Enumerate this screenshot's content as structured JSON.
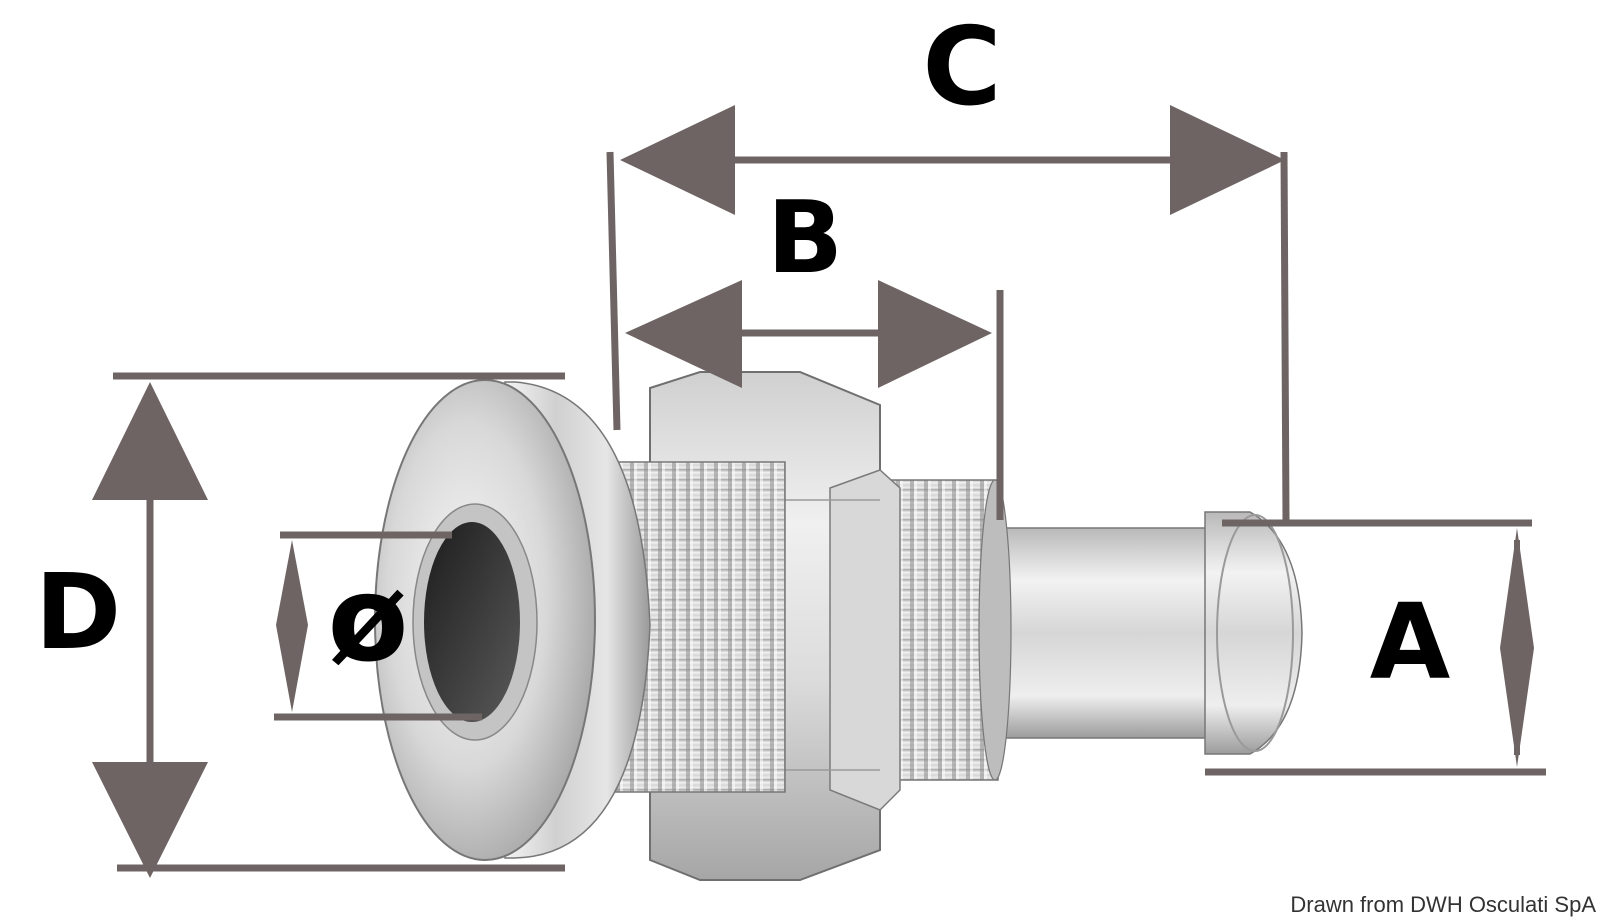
{
  "labels": {
    "a": "A",
    "b": "B",
    "c": "C",
    "d": "D",
    "diameter": "ø"
  },
  "credit": "Drawn from DWH Osculati SpA",
  "colors": {
    "dimension": "#6e6463",
    "text": "#000000",
    "credit": "#333333",
    "metal_light": "#ececec",
    "metal_mid": "#c8c8c8",
    "metal_dark": "#8a8a8a",
    "bore": "#3a3a3a"
  }
}
